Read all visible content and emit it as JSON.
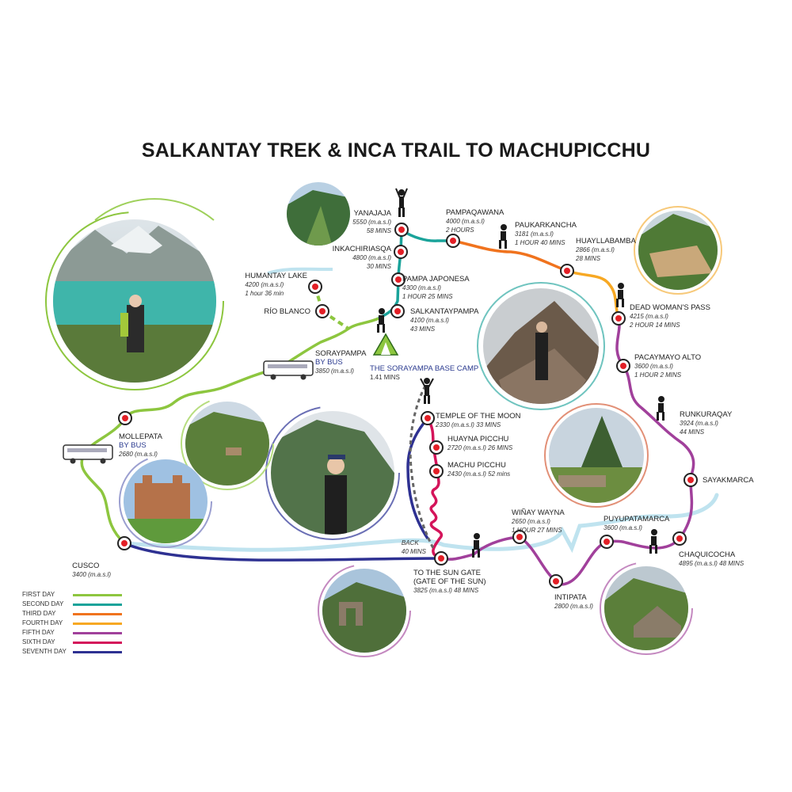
{
  "title": "SALKANTAY TREK & INCA TRAIL TO MACHUPICCHU",
  "legend": [
    {
      "label": "FIRST DAY",
      "color": "#8dc63f"
    },
    {
      "label": "SECOND DAY",
      "color": "#1aa39a"
    },
    {
      "label": "THIRD DAY",
      "color": "#f0731e"
    },
    {
      "label": "FOURTH DAY",
      "color": "#f7a823"
    },
    {
      "label": "FIFTH DAY",
      "color": "#a1409b"
    },
    {
      "label": "SIXTH DAY",
      "color": "#d4145a"
    },
    {
      "label": "SEVENTH DAY",
      "color": "#2e3192"
    }
  ],
  "river_color": "#bfe3ef",
  "stops": {
    "cusco": {
      "name": "CUSCO",
      "info": "3400 (m.a.s.l)"
    },
    "mollepata": {
      "name": "MOLLEPATA",
      "mode": "BY BUS",
      "info": "2680 (m.a.s.l)"
    },
    "soraypampa": {
      "name": "SORAYPAMPA",
      "mode": "BY BUS",
      "info": "3850 (m.a.s.l)"
    },
    "rio_blanco": {
      "name": "RÍO BLANCO"
    },
    "humantay": {
      "name": "HUMANTAY LAKE",
      "info1": "4200 (m.a.s.l)",
      "info2": "1 hour 36 min"
    },
    "yanajaja": {
      "name": "YANAJAJA",
      "info1": "5550 (m.a.s.l)",
      "info2": "58 MINS"
    },
    "inkachiriasqa": {
      "name": "INKACHIRIASQA",
      "info1": "4800 (m.a.s.l)",
      "info2": "30 MINS"
    },
    "pampa_japonesa": {
      "name": "PAMPA JAPONESA",
      "info1": "4300 (m.a.s.l)",
      "info2": "1 HOUR 25 MINS"
    },
    "salkantaypampa": {
      "name": "SALKANTAYPAMPA",
      "info1": "4100 (m.a.s.l)",
      "info2": "43 MINS"
    },
    "base_camp": {
      "name": "THE SORAYAMPA BASE CAMP",
      "info": "1.41 MINS"
    },
    "pampaqawana": {
      "name": "PAMPAQAWANA",
      "info1": "4000 (m.a.s.l)",
      "info2": "2 HOURS"
    },
    "paukarkancha": {
      "name": "PAUKARKANCHA",
      "info1": "3181 (m.a.s.l)",
      "info2": "1 HOUR 40 MINS"
    },
    "huayllabamba": {
      "name": "HUAYLLABAMBA",
      "info1": "2866 (m.a.s.l)",
      "info2": "28 MINS"
    },
    "dead_womans_pass": {
      "name": "DEAD WOMAN'S PASS",
      "info1": "4215 (m.a.s.l)",
      "info2": "2 HOUR 14 MINS"
    },
    "pacaymayo": {
      "name": "PACAYMAYO ALTO",
      "info1": "3600 (m.a.s.l)",
      "info2": "1 HOUR 2 MINS"
    },
    "runkuraqay": {
      "name": "RUNKURAQAY",
      "info1": "3924 (m.a.s.l)",
      "info2": "44 MINS"
    },
    "sayakmarca": {
      "name": "SAYAKMARCA"
    },
    "chaquicocha": {
      "name": "CHAQUICOCHA",
      "info": "4895 (m.a.s.l) 48 MINS"
    },
    "puyupatamarca": {
      "name": "PUYUPATAMARCA",
      "info": "3600 (m.a.s.l)"
    },
    "intipata": {
      "name": "INTIPATA",
      "info": "2800 (m.a.s.l)"
    },
    "winay_wayna": {
      "name": "WIÑAY WAYNA",
      "info1": "2650 (m.a.s.l)",
      "info2": "1 HOUR 27 MINS"
    },
    "sun_gate": {
      "name1": "TO THE SUN GATE",
      "name2": "(GATE OF THE SUN)",
      "info": "3825 (m.a.s.l) 48 MINS"
    },
    "back": {
      "line1": "BACK",
      "line2": "40 MINS"
    },
    "temple_moon": {
      "name": "TEMPLE OF THE MOON",
      "info": "2330 (m.a.s.l) 33 MINS"
    },
    "huayna_picchu": {
      "name": "HUAYNA PICCHU",
      "info": "2720 (m.a.s.l) 26 MINS"
    },
    "machu_picchu": {
      "name": "MACHU PICCHU",
      "info": "2430 (m.a.s.l) 52 mins"
    }
  }
}
